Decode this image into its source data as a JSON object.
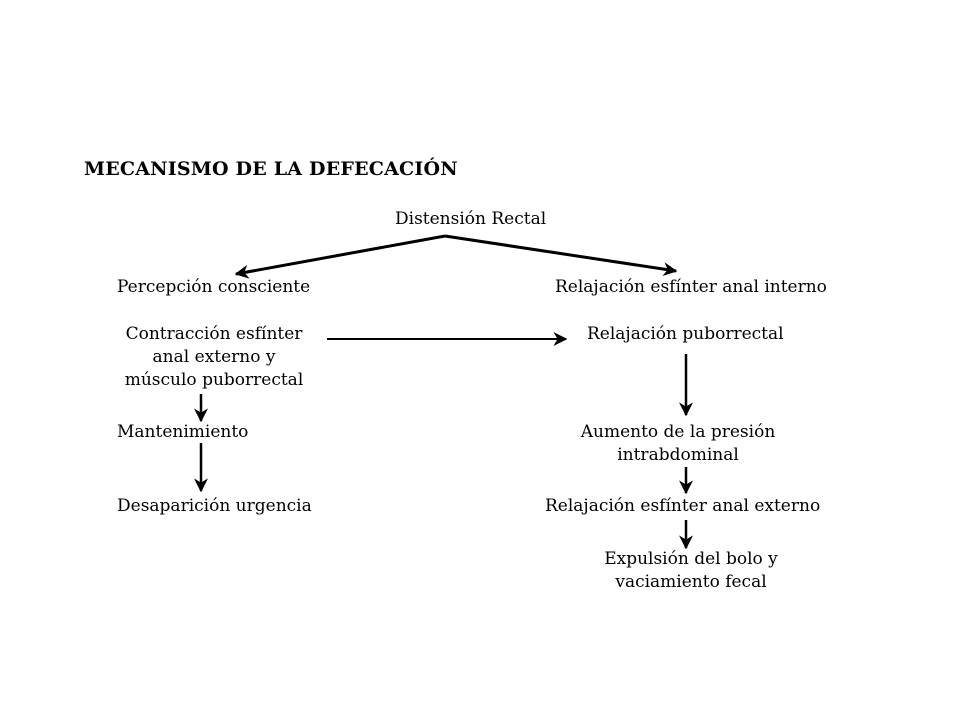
{
  "title": "MECANISMO DE LA DEFECACIÓN",
  "nodes": {
    "distension": "Distensión  Rectal",
    "percepcion": "Percepción  consciente",
    "contraccion": {
      "line1": "Contracción esfínter",
      "line2": "anal externo y",
      "line3": "músculo puborrectal"
    },
    "mantenimiento": "Mantenimiento",
    "desaparicion": "Desaparición urgencia",
    "relajacion_interno": "Relajación  esfínter anal interno",
    "relajacion_puborrectal": "Relajación puborrectal",
    "aumento": {
      "line1": "Aumento de la presión",
      "line2": "intrabdominal"
    },
    "relajacion_externo": "Relajación esfínter anal externo",
    "expulsion": {
      "line1": "Expulsión del bolo y",
      "line2": "vaciamiento fecal"
    }
  },
  "edges": [
    {
      "from": "distension",
      "to": "percepcion"
    },
    {
      "from": "distension",
      "to": "relajacion_interno"
    },
    {
      "from": "contraccion",
      "to": "relajacion_puborrectal"
    },
    {
      "from": "contraccion",
      "to": "mantenimiento"
    },
    {
      "from": "mantenimiento",
      "to": "desaparicion"
    },
    {
      "from": "relajacion_puborrectal",
      "to": "aumento"
    },
    {
      "from": "aumento",
      "to": "relajacion_externo"
    },
    {
      "from": "relajacion_externo",
      "to": "expulsion"
    }
  ]
}
